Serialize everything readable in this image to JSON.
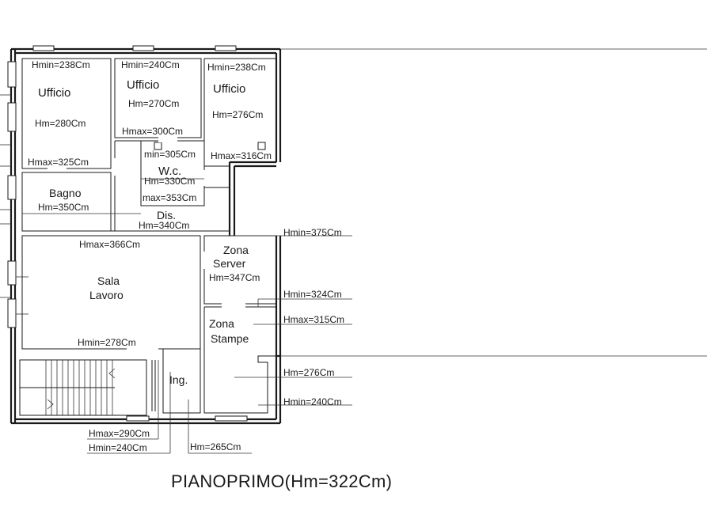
{
  "title": "PIANOPRIMO(Hm=322Cm)",
  "rooms": {
    "ufficio1": {
      "name": "Ufficio",
      "hmin": "Hmin=238Cm",
      "hm": "Hm=280Cm",
      "hmax": "Hmax=325Cm"
    },
    "ufficio2": {
      "name": "Ufficio",
      "hmin": "Hmin=240Cm",
      "hm": "Hm=270Cm",
      "hmax": "Hmax=300Cm"
    },
    "ufficio3": {
      "name": "Ufficio",
      "hmin": "Hmin=238Cm",
      "hm": "Hm=276Cm",
      "hmax": "Hmax=316Cm"
    },
    "wc": {
      "name": "W.c.",
      "hmin": "min=305Cm",
      "hm": "Hm=330Cm",
      "hmax": "max=353Cm"
    },
    "bagno": {
      "name": "Bagno",
      "hm": "Hm=350Cm"
    },
    "dis": {
      "name": "Dis.",
      "hm": "Hm=340Cm"
    },
    "sala": {
      "name1": "Sala",
      "name2": "Lavoro",
      "hmax": "Hmax=366Cm",
      "hmin": "Hmin=278Cm"
    },
    "server": {
      "name1": "Zona",
      "name2": "Server",
      "hm": "Hm=347Cm"
    },
    "stampe": {
      "name1": "Zona",
      "name2": "Stampe"
    },
    "ing": {
      "name": "Ing."
    }
  },
  "callouts": {
    "hmin375": "Hmin=375Cm",
    "hmin324": "Hmin=324Cm",
    "hmax315": "Hmax=315Cm",
    "hm276": "Hm=276Cm",
    "hmin240r": "Hmin=240Cm",
    "hmax290": "Hmax=290Cm",
    "hmin240b": "Hmin=240Cm",
    "hm265": "Hm=265Cm"
  }
}
